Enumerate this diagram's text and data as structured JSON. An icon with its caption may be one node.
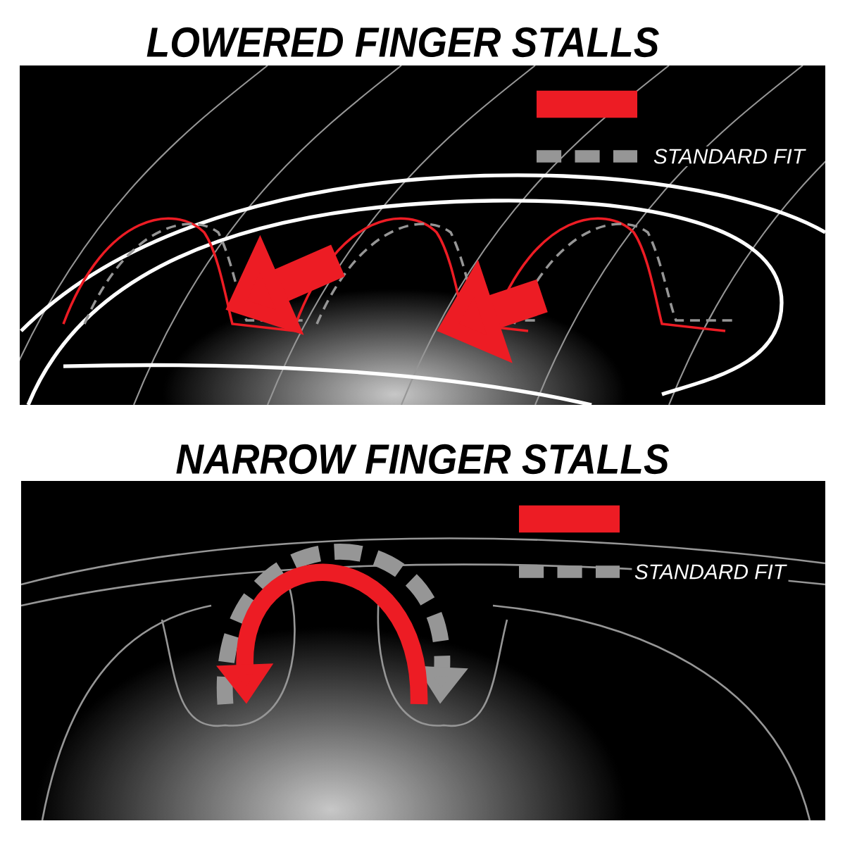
{
  "diagram": {
    "labels": [
      "LOWERED FINGER STALLS",
      "NARROW FINGER STALLS"
    ],
    "legend": [
      {
        "text": "STANDARD FIT"
      },
      {
        "text": "STANDARD FIT"
      }
    ]
  }
}
